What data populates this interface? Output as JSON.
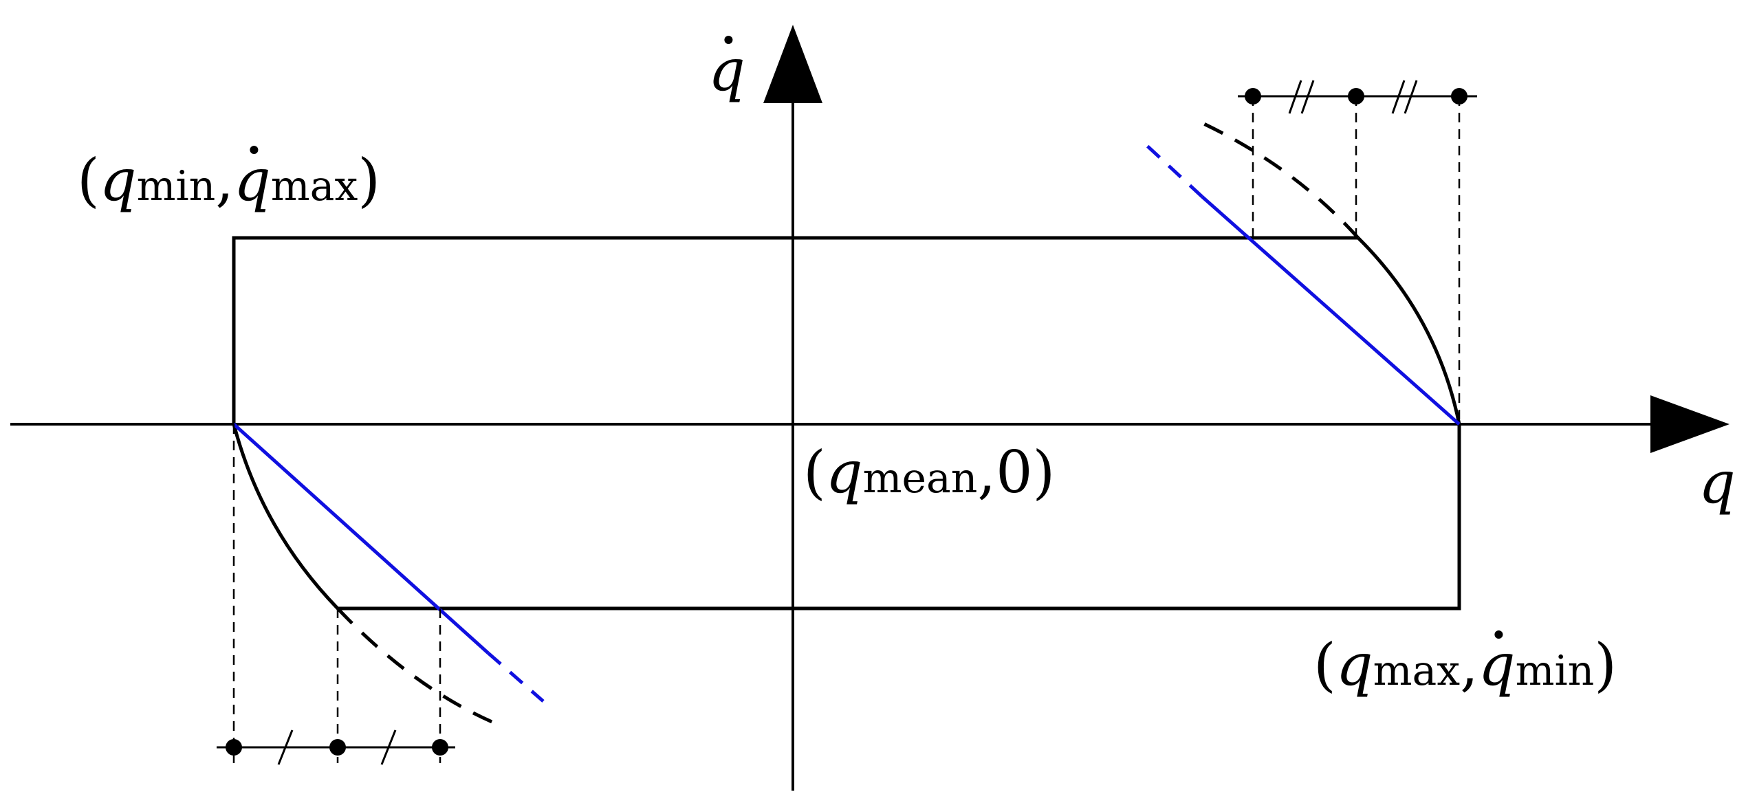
{
  "axes": {
    "x_label": "q",
    "y_label": "q̇"
  },
  "points": {
    "top_left": {
      "open": "(",
      "q": "q",
      "q_sub": "min",
      "sep": ",",
      "qdot": "q",
      "qdot_sub": "max",
      "close": ")"
    },
    "center": {
      "open": "(",
      "q": "q",
      "q_sub": "mean",
      "sep": ",",
      "value": "0",
      "close": ")"
    },
    "bottom_right": {
      "open": "(",
      "q": "q",
      "q_sub": "max",
      "sep": ",",
      "qdot": "q",
      "qdot_sub": "min",
      "close": ")"
    }
  },
  "colors": {
    "lines": "#000000",
    "tangent": "#1010e0"
  }
}
